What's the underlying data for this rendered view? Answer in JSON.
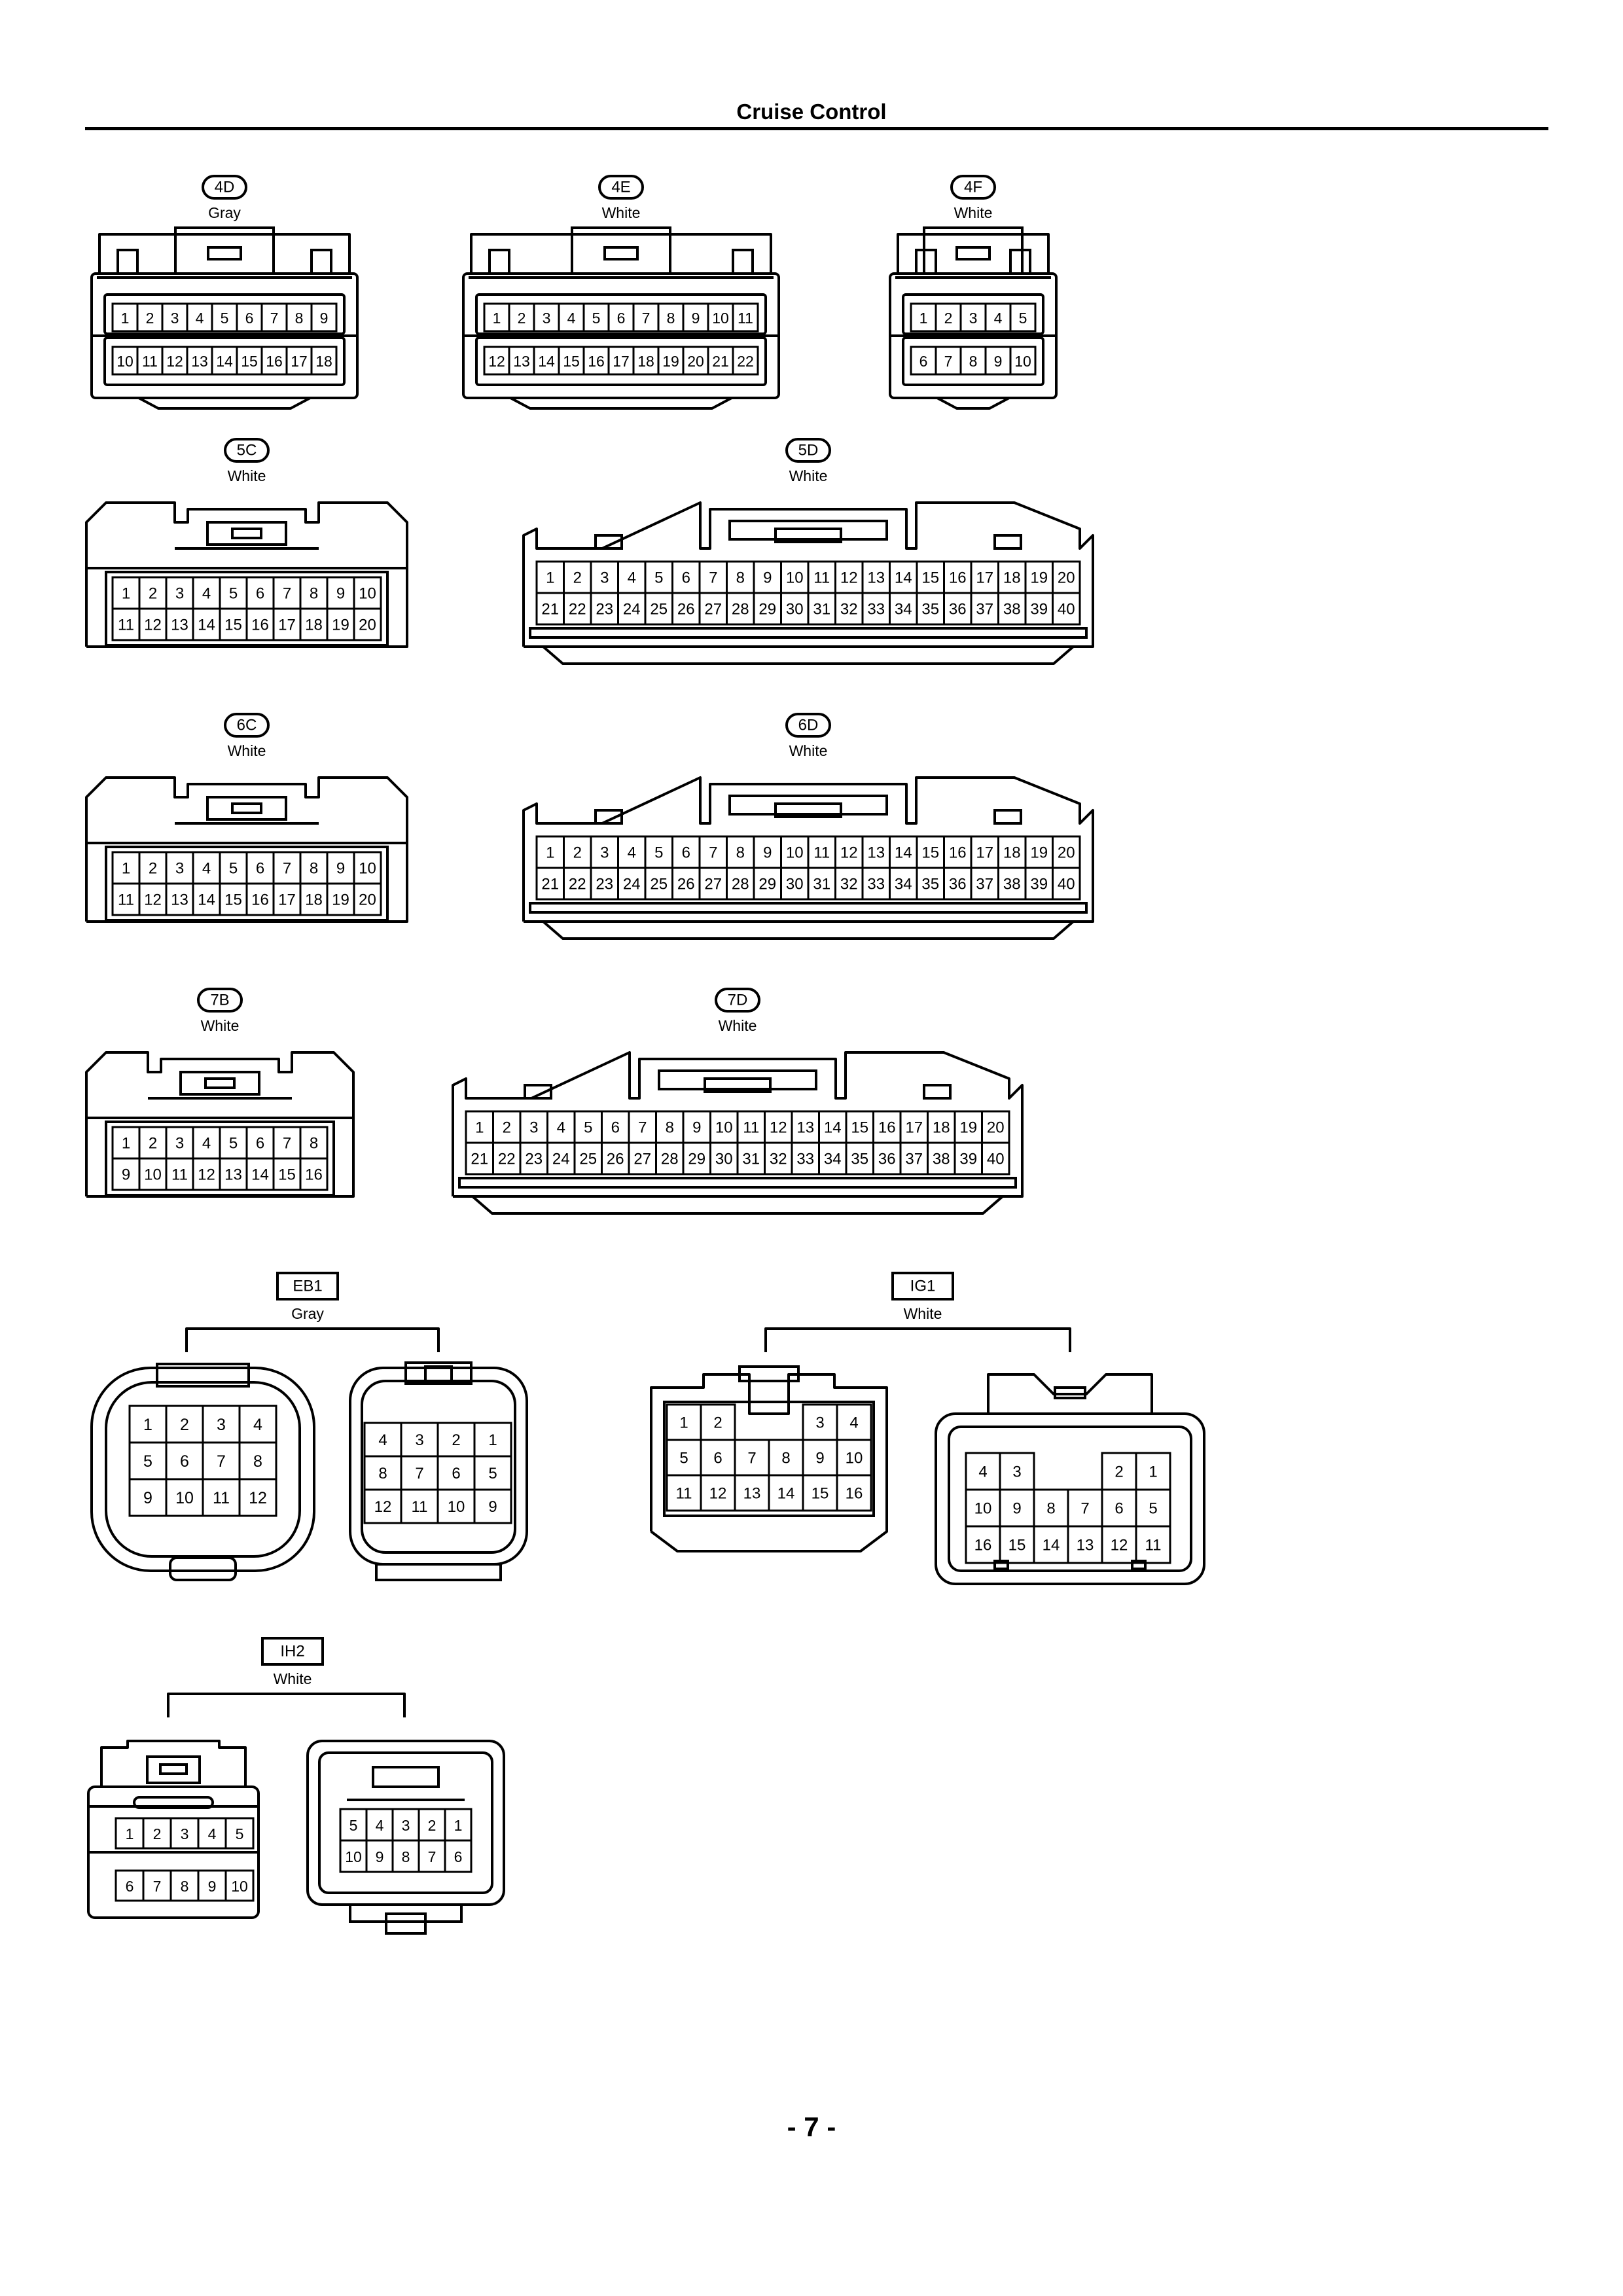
{
  "page": {
    "title": "Cruise Control",
    "page_number": "- 7 -"
  },
  "connectors": [
    {
      "code": "4D",
      "color": "Gray",
      "rows": [
        [
          "1",
          "2",
          "3",
          "4",
          "5",
          "6",
          "7",
          "8",
          "9"
        ],
        [
          "10",
          "11",
          "12",
          "13",
          "14",
          "15",
          "16",
          "17",
          "18"
        ]
      ]
    },
    {
      "code": "4E",
      "color": "White",
      "rows": [
        [
          "1",
          "2",
          "3",
          "4",
          "5",
          "6",
          "7",
          "8",
          "9",
          "10",
          "11"
        ],
        [
          "12",
          "13",
          "14",
          "15",
          "16",
          "17",
          "18",
          "19",
          "20",
          "21",
          "22"
        ]
      ]
    },
    {
      "code": "4F",
      "color": "White",
      "rows": [
        [
          "1",
          "2",
          "3",
          "4",
          "5"
        ],
        [
          "6",
          "7",
          "8",
          "9",
          "10"
        ]
      ]
    },
    {
      "code": "5C",
      "color": "White",
      "rows": [
        [
          "1",
          "2",
          "3",
          "4",
          "5",
          "6",
          "7",
          "8",
          "9",
          "10"
        ],
        [
          "11",
          "12",
          "13",
          "14",
          "15",
          "16",
          "17",
          "18",
          "19",
          "20"
        ]
      ]
    },
    {
      "code": "5D",
      "color": "White",
      "rows": [
        [
          "1",
          "2",
          "3",
          "4",
          "5",
          "6",
          "7",
          "8",
          "9",
          "10",
          "11",
          "12",
          "13",
          "14",
          "15",
          "16",
          "17",
          "18",
          "19",
          "20"
        ],
        [
          "21",
          "22",
          "23",
          "24",
          "25",
          "26",
          "27",
          "28",
          "29",
          "30",
          "31",
          "32",
          "33",
          "34",
          "35",
          "36",
          "37",
          "38",
          "39",
          "40"
        ]
      ]
    },
    {
      "code": "6C",
      "color": "White",
      "rows": [
        [
          "1",
          "2",
          "3",
          "4",
          "5",
          "6",
          "7",
          "8",
          "9",
          "10"
        ],
        [
          "11",
          "12",
          "13",
          "14",
          "15",
          "16",
          "17",
          "18",
          "19",
          "20"
        ]
      ]
    },
    {
      "code": "6D",
      "color": "White",
      "rows": [
        [
          "1",
          "2",
          "3",
          "4",
          "5",
          "6",
          "7",
          "8",
          "9",
          "10",
          "11",
          "12",
          "13",
          "14",
          "15",
          "16",
          "17",
          "18",
          "19",
          "20"
        ],
        [
          "21",
          "22",
          "23",
          "24",
          "25",
          "26",
          "27",
          "28",
          "29",
          "30",
          "31",
          "32",
          "33",
          "34",
          "35",
          "36",
          "37",
          "38",
          "39",
          "40"
        ]
      ]
    },
    {
      "code": "7B",
      "color": "White",
      "rows": [
        [
          "1",
          "2",
          "3",
          "4",
          "5",
          "6",
          "7",
          "8"
        ],
        [
          "9",
          "10",
          "11",
          "12",
          "13",
          "14",
          "15",
          "16"
        ]
      ]
    },
    {
      "code": "7D",
      "color": "White",
      "rows": [
        [
          "1",
          "2",
          "3",
          "4",
          "5",
          "6",
          "7",
          "8",
          "9",
          "10",
          "11",
          "12",
          "13",
          "14",
          "15",
          "16",
          "17",
          "18",
          "19",
          "20"
        ],
        [
          "21",
          "22",
          "23",
          "24",
          "25",
          "26",
          "27",
          "28",
          "29",
          "30",
          "31",
          "32",
          "33",
          "34",
          "35",
          "36",
          "37",
          "38",
          "39",
          "40"
        ]
      ]
    }
  ],
  "connector_pairs": [
    {
      "code": "EB1",
      "color": "Gray",
      "left": [
        [
          "1",
          "2",
          "3",
          "4"
        ],
        [
          "5",
          "6",
          "7",
          "8"
        ],
        [
          "9",
          "10",
          "11",
          "12"
        ]
      ],
      "right": [
        [
          "4",
          "3",
          "2",
          "1"
        ],
        [
          "8",
          "7",
          "6",
          "5"
        ],
        [
          "12",
          "11",
          "10",
          "9"
        ]
      ]
    },
    {
      "code": "IG1",
      "color": "White",
      "left": [
        [
          "1",
          "2",
          "",
          "",
          "3",
          "4"
        ],
        [
          "5",
          "6",
          "7",
          "8",
          "9",
          "10"
        ],
        [
          "11",
          "12",
          "13",
          "14",
          "15",
          "16"
        ]
      ],
      "right": [
        [
          "4",
          "3",
          "",
          "",
          "2",
          "1"
        ],
        [
          "10",
          "9",
          "8",
          "7",
          "6",
          "5"
        ],
        [
          "16",
          "15",
          "14",
          "13",
          "12",
          "11"
        ]
      ]
    },
    {
      "code": "IH2",
      "color": "White",
      "left": [
        [
          "1",
          "2",
          "3",
          "4",
          "5"
        ],
        [
          "6",
          "7",
          "8",
          "9",
          "10"
        ]
      ],
      "right": [
        [
          "5",
          "4",
          "3",
          "2",
          "1"
        ],
        [
          "10",
          "9",
          "8",
          "7",
          "6"
        ]
      ]
    }
  ]
}
